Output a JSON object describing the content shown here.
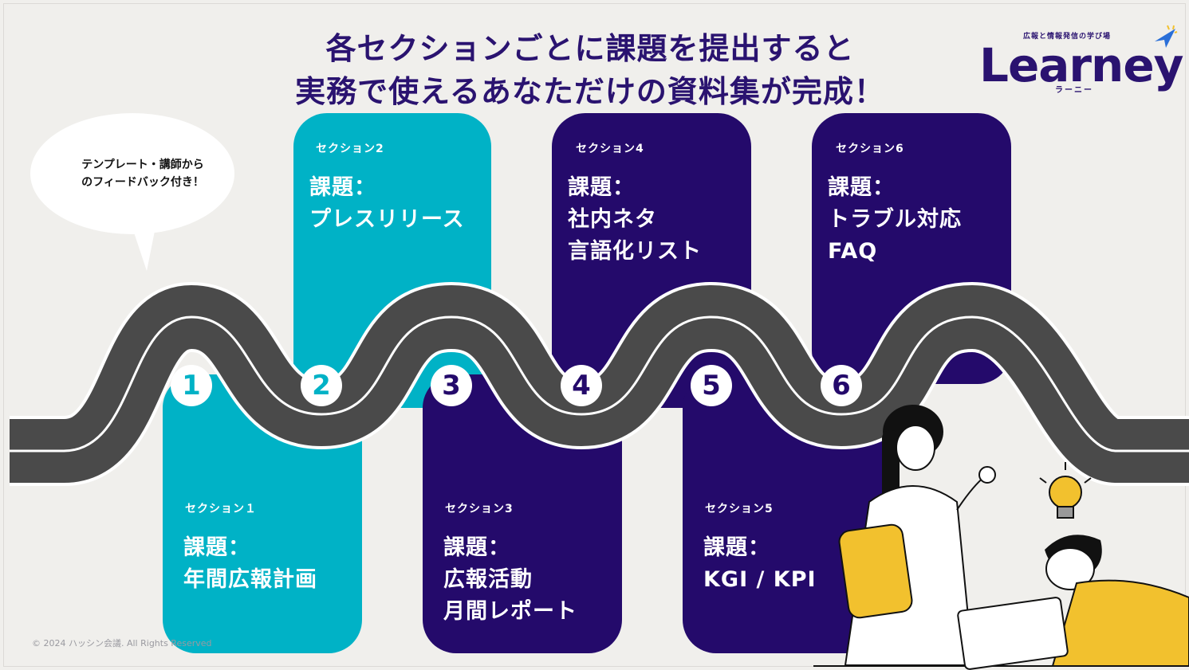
{
  "title": {
    "line1": "各セクションごとに課題を提出すると",
    "line2": "実務で使えるあなただけの資料集が完成！"
  },
  "logo": {
    "tagline": "広報と情報発信の学び場",
    "word": "Learney",
    "kana": "ラーニー"
  },
  "bubble": {
    "line1": "テンプレート・講師から",
    "line2": "のフィードバック付き！"
  },
  "sections": [
    {
      "number": "1",
      "label": "セクション１",
      "heading": "課題：",
      "line1": "年間広報計画",
      "line2": ""
    },
    {
      "number": "2",
      "label": "セクション2",
      "heading": "課題：",
      "line1": "プレスリリース",
      "line2": ""
    },
    {
      "number": "3",
      "label": "セクション3",
      "heading": "課題：",
      "line1": "広報活動",
      "line2": "月間レポート"
    },
    {
      "number": "4",
      "label": "セクション4",
      "heading": "課題：",
      "line1": "社内ネタ",
      "line2": "言語化リスト"
    },
    {
      "number": "5",
      "label": "セクション5",
      "heading": "課題：",
      "line1": "KGI / KPI",
      "line2": ""
    },
    {
      "number": "6",
      "label": "セクション6",
      "heading": "課題：",
      "line1": "トラブル対応",
      "line2": "FAQ"
    }
  ],
  "footer": {
    "copyright": "© 2024 ハッシン会議. All Rights Reserved"
  },
  "colors": {
    "navy": "#240a6b",
    "teal": "#00b2c6",
    "road": "#4a4a4a",
    "background": "#f0efec"
  }
}
